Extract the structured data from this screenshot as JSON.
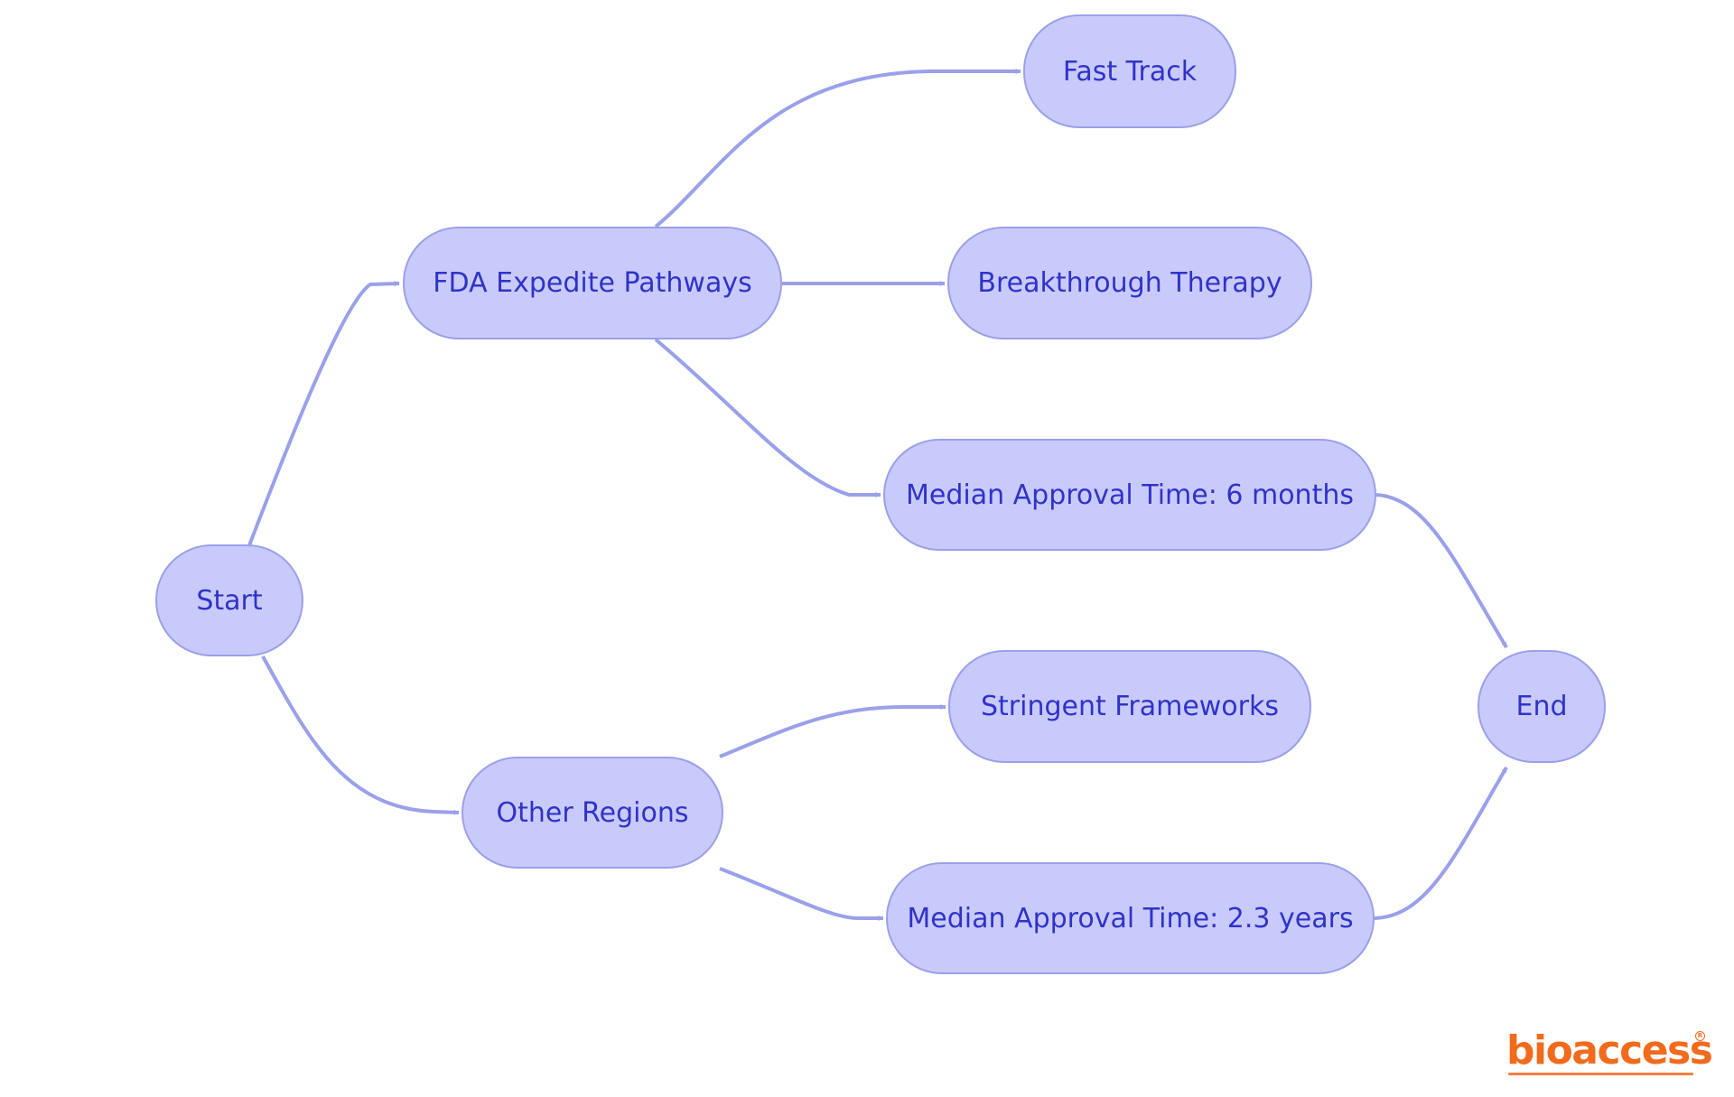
{
  "theme": {
    "node_fill": "#c9cafc",
    "node_border": "#9aa0ea",
    "node_text": "#2f33c8",
    "edge_color": "#9aa0ea",
    "logo_color": "#f26b1d"
  },
  "nodes": {
    "start": "Start",
    "fda": "FDA Expedite Pathways",
    "fast_track": "Fast Track",
    "breakthrough": "Breakthrough Therapy",
    "median_6m": "Median Approval Time: 6 months",
    "other": "Other Regions",
    "stringent": "Stringent Frameworks",
    "median_23y": "Median Approval Time: 2.3 years",
    "end": "End"
  },
  "edges": [
    {
      "from": "start",
      "to": "fda"
    },
    {
      "from": "start",
      "to": "other"
    },
    {
      "from": "fda",
      "to": "fast_track"
    },
    {
      "from": "fda",
      "to": "breakthrough"
    },
    {
      "from": "fda",
      "to": "median_6m"
    },
    {
      "from": "other",
      "to": "stringent"
    },
    {
      "from": "other",
      "to": "median_23y"
    },
    {
      "from": "median_6m",
      "to": "end"
    },
    {
      "from": "median_23y",
      "to": "end"
    }
  ],
  "logo": {
    "wordmark": "bioaccess",
    "registered": "R"
  }
}
